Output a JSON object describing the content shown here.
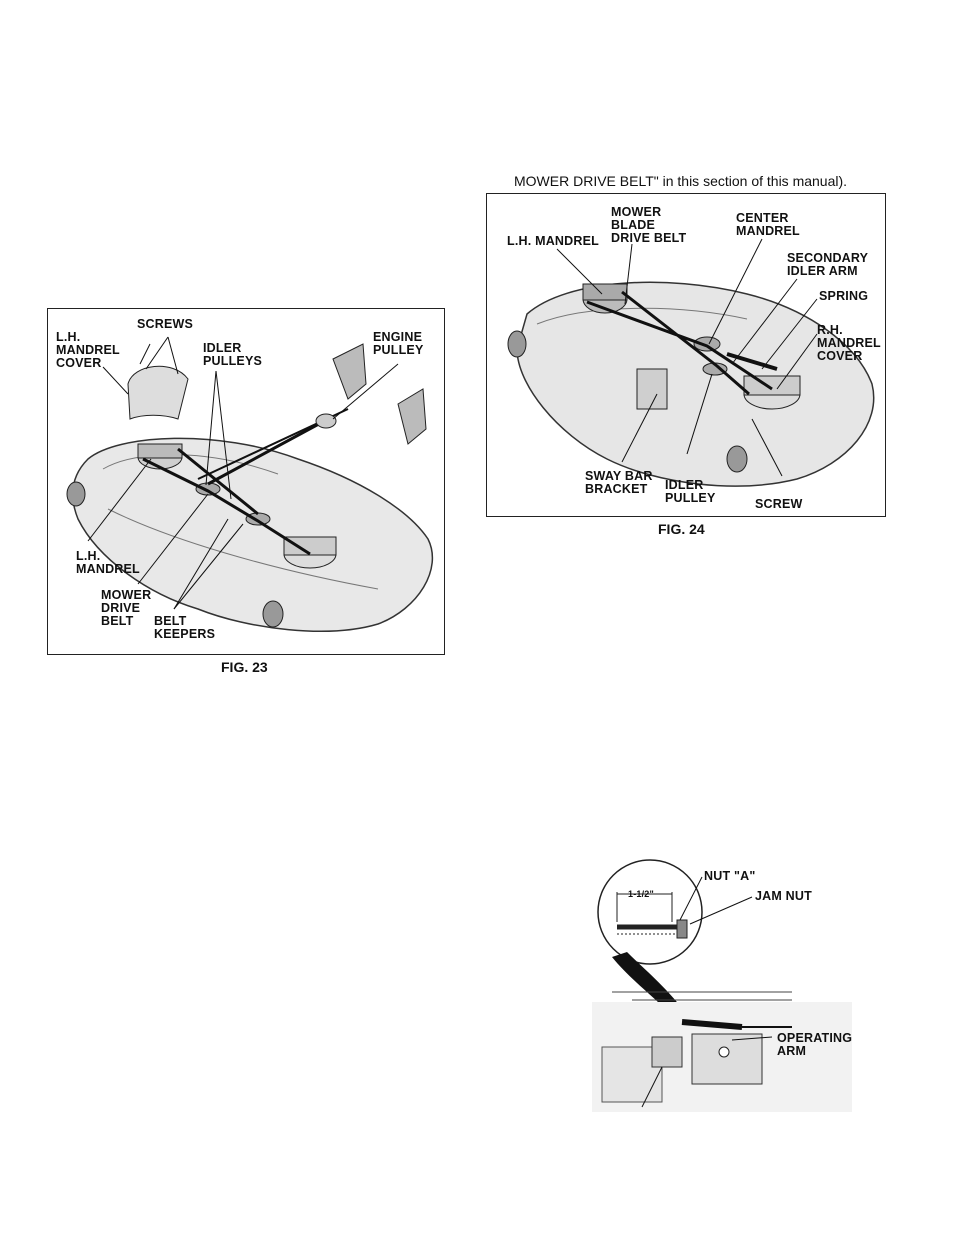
{
  "intro_text": "MOWER DRIVE BELT\" in this section of this manual).",
  "fig23": {
    "caption": "FIG. 23",
    "labels": {
      "screws": "SCREWS",
      "lh_mandrel_cover": "L.H.\nMANDREL\nCOVER",
      "idler_pulleys": "IDLER\nPULLEYS",
      "engine_pulley": "ENGINE\nPULLEY",
      "lh_mandrel": "L.H.\nMANDREL",
      "mower_drive_belt": "MOWER\nDRIVE\nBELT",
      "belt_keepers": "BELT\nKEEPERS"
    }
  },
  "fig24": {
    "caption": "FIG. 24",
    "labels": {
      "lh_mandrel": "L.H. MANDREL",
      "mower_blade_drive_belt": "MOWER\nBLADE\nDRIVE BELT",
      "center_mandrel": "CENTER\nMANDREL",
      "secondary_idler_arm": "SECONDARY\nIDLER ARM",
      "spring": "SPRING",
      "rh_mandrel_cover": "R.H.\nMANDREL\nCOVER",
      "sway_bar_bracket": "SWAY BAR\nBRACKET",
      "idler_pulley": "IDLER\nPULLEY",
      "screw": "SCREW"
    }
  },
  "fig25": {
    "labels": {
      "nut_a": "NUT \"A\"",
      "jam_nut": "JAM NUT",
      "dimension": "1-1/2\"",
      "operating_arm": "OPERATING\nARM"
    }
  }
}
